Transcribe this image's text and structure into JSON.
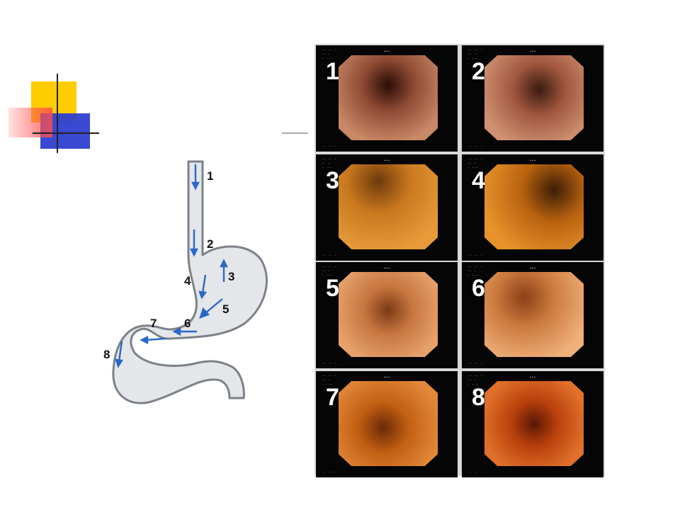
{
  "diagram": {
    "labels": [
      "1",
      "2",
      "3",
      "4",
      "5",
      "6",
      "7",
      "8"
    ],
    "arrow_color": "#2a67c9",
    "tract_fill": "#e4e6e9",
    "tract_stroke": "#7d8288"
  },
  "panels": [
    {
      "number": "1",
      "colors": [
        "#2a0d06",
        "#8f4a34",
        "#c98866"
      ]
    },
    {
      "number": "2",
      "colors": [
        "#3a1a10",
        "#a0573e",
        "#cf9172"
      ]
    },
    {
      "number": "3",
      "colors": [
        "#6e3a0c",
        "#c9781e",
        "#e89a3a"
      ]
    },
    {
      "number": "4",
      "colors": [
        "#3c1e06",
        "#b8620f",
        "#e6932c"
      ]
    },
    {
      "number": "5",
      "colors": [
        "#7c3a16",
        "#c7753f",
        "#e6a16a"
      ]
    },
    {
      "number": "6",
      "colors": [
        "#8c3f18",
        "#cc7a3e",
        "#efb07a"
      ]
    },
    {
      "number": "7",
      "colors": [
        "#6b2a08",
        "#c25f12",
        "#e2883a"
      ]
    },
    {
      "number": "8",
      "colors": [
        "#5a1705",
        "#b8400c",
        "#e0702a"
      ]
    }
  ]
}
